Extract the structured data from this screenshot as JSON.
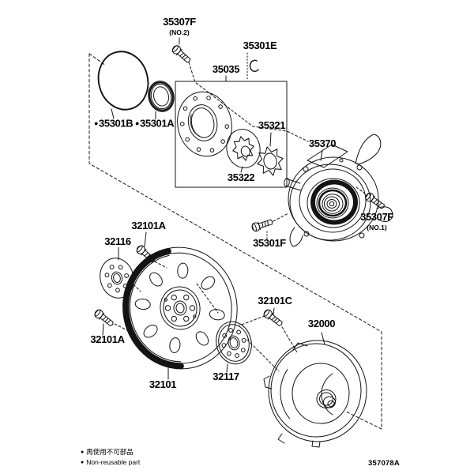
{
  "diagram": {
    "code": "357078A",
    "legend": {
      "mark": "●",
      "jp": "再使用不可部品",
      "en": "Non-reusable part"
    },
    "callouts": {
      "bolt_no2": {
        "part": "35307F",
        "note": "(NO.2)"
      },
      "clip": {
        "part": "35301E"
      },
      "pump_assy": {
        "part": "35035"
      },
      "oring": {
        "mark": "●",
        "part": "35301B"
      },
      "oil_seal": {
        "mark": "●",
        "part": "35301A"
      },
      "drive_gear": {
        "part": "35321"
      },
      "driven_gear": {
        "part": "35322"
      },
      "pump_housing": {
        "part": "35370"
      },
      "bolt_no1": {
        "part": "35307F",
        "note": "(NO.1)"
      },
      "bolt_f": {
        "part": "35301F"
      },
      "spacer_front": {
        "part": "32116"
      },
      "bolt_a_top": {
        "part": "32101A"
      },
      "bolt_a_left": {
        "part": "32101A"
      },
      "drive_plate": {
        "part": "32101"
      },
      "spacer_rear": {
        "part": "32117"
      },
      "bolt_c": {
        "part": "32101C"
      },
      "converter": {
        "part": "32000"
      }
    }
  }
}
